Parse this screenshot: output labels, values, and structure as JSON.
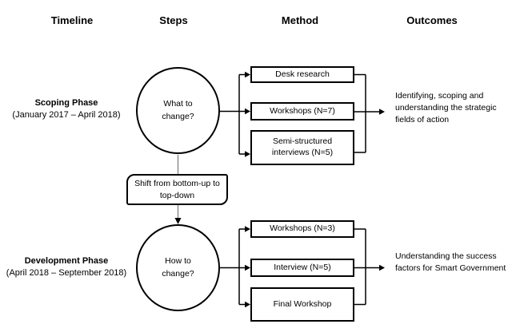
{
  "headers": {
    "timeline": "Timeline",
    "steps": "Steps",
    "method": "Method",
    "outcomes": "Outcomes"
  },
  "phases": [
    {
      "name": "Scoping Phase",
      "period": "(January 2017 – April 2018)",
      "step_question": "What to change?",
      "methods": [
        "Desk research",
        "Workshops (N=7)",
        "Semi-structured interviews (N=5)"
      ],
      "outcome": "Identifying, scoping and understanding the strategic fields of action"
    },
    {
      "name": "Development Phase",
      "period": "(April 2018 – September 2018)",
      "step_question": "How to change?",
      "methods": [
        "Workshops (N=3)",
        "Interview (N=5)",
        "Final Workshop"
      ],
      "outcome": "Understanding the success factors for Smart Government"
    }
  ],
  "transition": {
    "label": "Shift from bottom-up to top-down"
  },
  "colors": {
    "line": "#000000",
    "flow_line": "#7f7f7f",
    "background": "#ffffff"
  }
}
